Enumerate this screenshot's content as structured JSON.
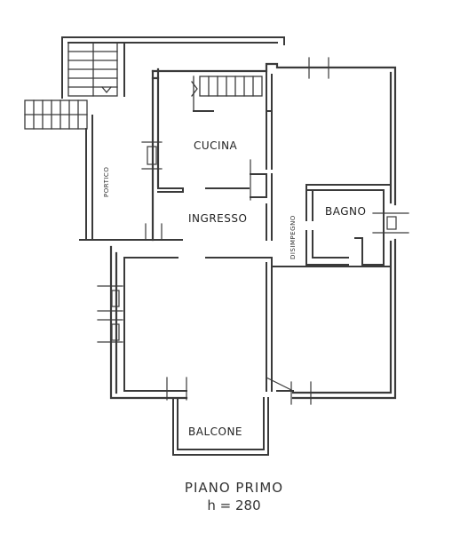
{
  "rooms": {
    "cucina": "CUCINA",
    "ingresso": "INGRESSO",
    "bagno": "BAGNO",
    "disimpegno": "DISIMPEGNO",
    "portico": "PORTICO",
    "balcone": "BALCONE"
  },
  "caption": {
    "title": "PIANO PRIMO",
    "height": "h = 280"
  },
  "colors": {
    "wall": "#3a3a3a",
    "background": "#ffffff"
  }
}
